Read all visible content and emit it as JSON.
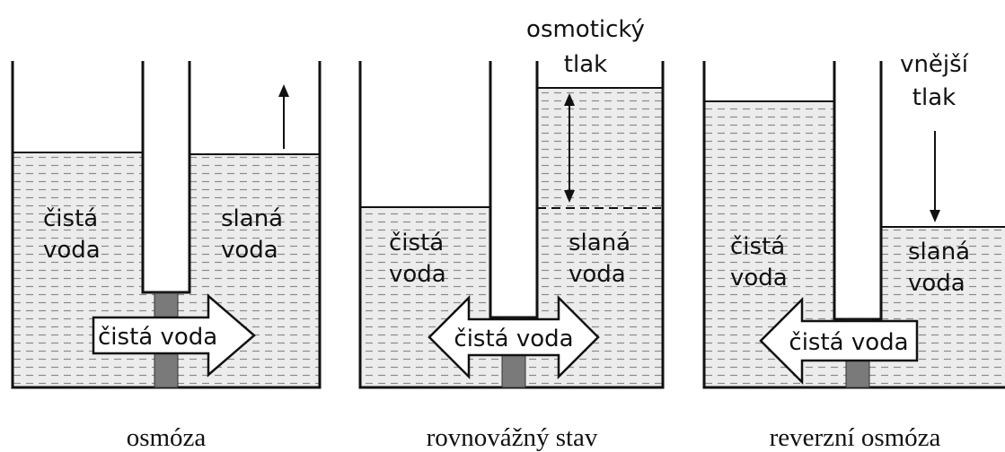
{
  "colors": {
    "ink": "#111111",
    "water_fill": "#e8e8e8",
    "hatch": "#9a9a9a",
    "membrane": "#7a7a7a",
    "background": "#ffffff"
  },
  "panels": [
    {
      "caption": "osmóza",
      "left_label": [
        "čistá",
        "voda"
      ],
      "right_label": [
        "slaná",
        "voda"
      ],
      "flow_label": "čistá voda",
      "flow_direction": "right"
    },
    {
      "caption": "rovnovážný stav",
      "top_label": [
        "osmotický",
        "tlak"
      ],
      "left_label": [
        "čistá",
        "voda"
      ],
      "right_label": [
        "slaná",
        "voda"
      ],
      "flow_label": "čistá voda",
      "flow_direction": "both"
    },
    {
      "caption": "reverzní osmóza",
      "top_label": [
        "vnější",
        "tlak"
      ],
      "left_label": [
        "čistá",
        "voda"
      ],
      "right_label": [
        "slaná",
        "voda"
      ],
      "flow_label": "čistá voda",
      "flow_direction": "left"
    }
  ]
}
